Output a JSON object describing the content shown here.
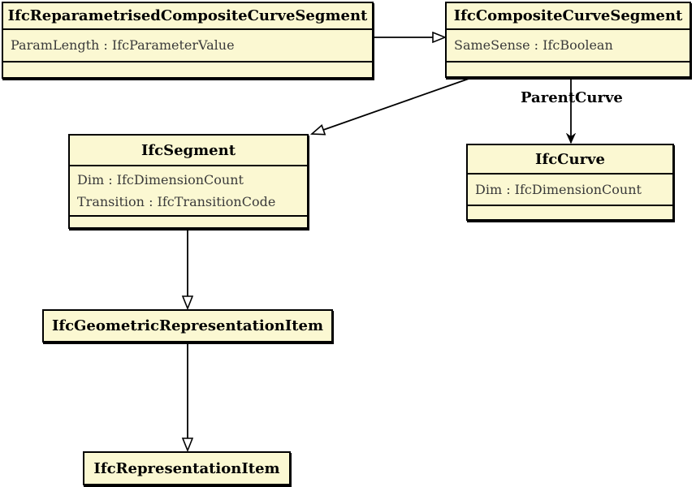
{
  "diagram": {
    "type": "uml-class-diagram",
    "classes": [
      {
        "name": "IfcReparametrisedCompositeCurveSegment",
        "attributes": [
          "ParamLength : IfcParameterValue"
        ]
      },
      {
        "name": "IfcCompositeCurveSegment",
        "attributes": [
          "SameSense : IfcBoolean"
        ]
      },
      {
        "name": "IfcSegment",
        "attributes": [
          "Dim : IfcDimensionCount",
          "Transition : IfcTransitionCode"
        ]
      },
      {
        "name": "IfcCurve",
        "attributes": [
          "Dim : IfcDimensionCount"
        ]
      },
      {
        "name": "IfcGeometricRepresentationItem",
        "attributes": []
      },
      {
        "name": "IfcRepresentationItem",
        "attributes": []
      }
    ],
    "edges": [
      {
        "from": "IfcReparametrisedCompositeCurveSegment",
        "to": "IfcCompositeCurveSegment",
        "type": "generalization",
        "label": ""
      },
      {
        "from": "IfcCompositeCurveSegment",
        "to": "IfcSegment",
        "type": "generalization",
        "label": ""
      },
      {
        "from": "IfcCompositeCurveSegment",
        "to": "IfcCurve",
        "type": "association",
        "label": "ParentCurve"
      },
      {
        "from": "IfcSegment",
        "to": "IfcGeometricRepresentationItem",
        "type": "generalization",
        "label": ""
      },
      {
        "from": "IfcGeometricRepresentationItem",
        "to": "IfcRepresentationItem",
        "type": "generalization",
        "label": ""
      }
    ],
    "colors": {
      "class_fill": "#FBF8D2",
      "class_border": "#000000",
      "attribute_text": "#3A3A3A",
      "title_text": "#000000",
      "background": "#FFFFFF"
    }
  }
}
